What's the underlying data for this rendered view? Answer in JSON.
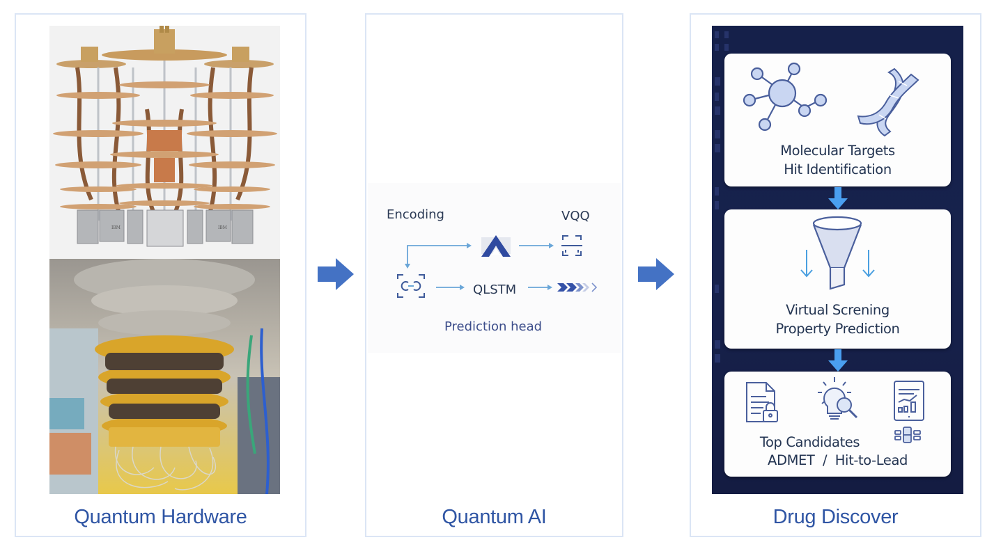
{
  "panels": {
    "hardware": {
      "caption": "Quantum Hardware",
      "images": [
        {
          "label": "dilution-refrigerator-render",
          "brand_marks": [
            "IBM",
            "IBM"
          ]
        },
        {
          "label": "quantum-computer-chandelier-photo"
        }
      ]
    },
    "ai": {
      "caption": "Quantum AI",
      "diagram": {
        "encoding_label": "Encoding",
        "vqq_label": "VQQ",
        "qlstm_label": "QLSTM",
        "prediction_label": "Prediction head"
      }
    },
    "drug": {
      "caption": "Drug Discover",
      "cards": [
        {
          "line1": "Molecular Targets",
          "line2": "Hit Identification",
          "icons": [
            "molecule-icon",
            "dna-icon"
          ]
        },
        {
          "line1": "Virtual Screning",
          "line2": "Property Prediction",
          "icons": [
            "funnel-icon"
          ]
        },
        {
          "line1": "Top Candidates",
          "line2": "ADMET  /  Hit-to-Lead",
          "icons": [
            "secure-document-icon",
            "idea-search-icon",
            "tablet-chart-icon",
            "blocks-icon"
          ]
        }
      ]
    }
  },
  "colors": {
    "caption": "#2f55a4",
    "arrow": "#4472c4",
    "panel_border": "#dbe5f5",
    "dark_bg": "#15204a",
    "connector": "#4a9ff0",
    "icon_stroke": "#4a5f9c",
    "flow_line": "#6aa6d8"
  }
}
